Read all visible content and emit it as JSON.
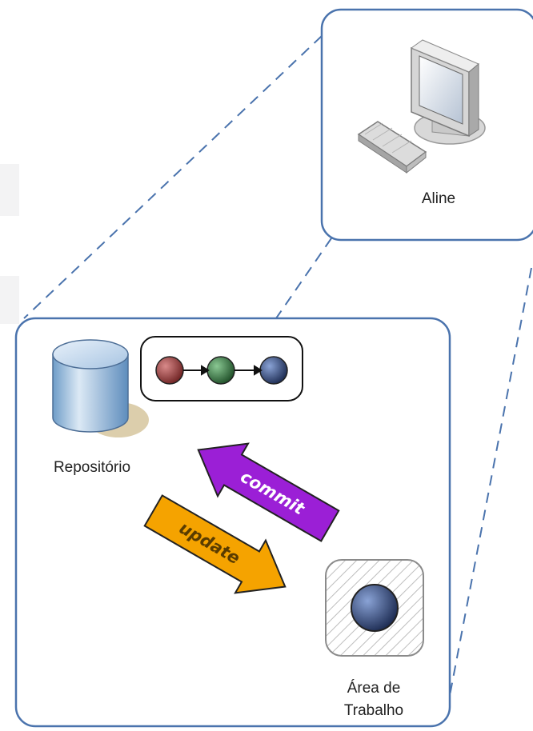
{
  "computer": {
    "label": "Aline",
    "icon": "desktop-computer-icon"
  },
  "repository": {
    "label": "Repositório",
    "icon": "database-cylinder-icon"
  },
  "history": {
    "icon": "commit-history-icon",
    "nodes": [
      "#8a2f2f",
      "#2f6b37",
      "#2c3e68"
    ]
  },
  "commit_arrow": {
    "label": "commit",
    "color": "#9b1fd6"
  },
  "update_arrow": {
    "label": "update",
    "color": "#f5a300"
  },
  "workspace": {
    "label_line1": "Área de",
    "label_line2": "Trabalho",
    "icon": "working-area-icon"
  },
  "colors": {
    "frame": "#4a73ad",
    "dashed": "#4a73ad",
    "outer_stripe": "#f3f3f4"
  }
}
